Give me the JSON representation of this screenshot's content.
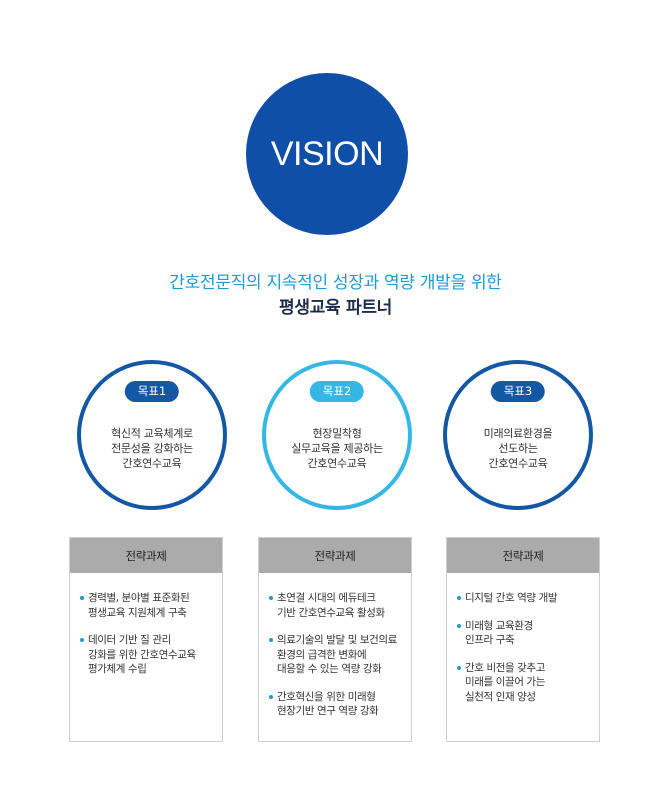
{
  "vision": {
    "label": "VISION"
  },
  "headline": {
    "line1": "간호전문직의 지속적인 성장과 역량 개발을 위한",
    "line2": "평생교육 파트너"
  },
  "goals": [
    {
      "badge": "목표1",
      "desc": "혁신적 교육체계로\n전문성을 강화하는\n간호연수교육"
    },
    {
      "badge": "목표2",
      "desc": "현장밀착형\n실무교육을 제공하는\n간호연수교육"
    },
    {
      "badge": "목표3",
      "desc": "미래의료환경을\n선도하는\n간호연수교육"
    }
  ],
  "strategy_header": "전략과제",
  "strategies": [
    {
      "items": [
        "경력별, 분야별 표준화된\n평생교육 지원체계 구축",
        "데이터 기반 질 관리\n강화를 위한 간호연수교육\n평가체계 수립"
      ]
    },
    {
      "items": [
        "초연결 시대의 에듀테크\n기반 간호연수교육 활성화",
        "의료기술의 발달 및 보건의료\n환경의 급격한 변화에\n대응할 수 있는 역량 강화",
        "간호혁신을 위한 미래형\n현장기반 연구 역량 강화"
      ]
    },
    {
      "items": [
        "디지털 간호 역량 개발",
        "미래형 교육환경\n인프라 구축",
        "간호 비전을 갖추고\n미래를 이끌어 가는\n실천적 인재 양성"
      ]
    }
  ],
  "colors": {
    "navy": "#1457a5",
    "vision_circle": "#0f4fa8",
    "sky": "#35b7e6",
    "headline_blue": "#1e9ad6",
    "header_gray": "#ababab"
  }
}
